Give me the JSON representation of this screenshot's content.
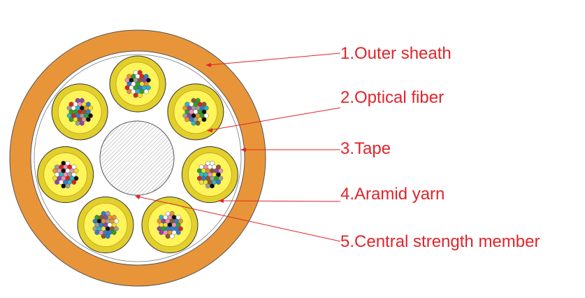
{
  "colors": {
    "sheath": "#e8953a",
    "tape": "#ffffff",
    "tube_fill": "#e3cf2c",
    "tube_inner": "#fff45a",
    "leader": "#e0242a",
    "label": "#e0242a",
    "outline": "#333333"
  },
  "labels": [
    {
      "id": "outer-sheath",
      "text": "1.Outer sheath"
    },
    {
      "id": "optical-fiber",
      "text": "2.Optical fiber"
    },
    {
      "id": "tape",
      "text": "3.Tape"
    },
    {
      "id": "aramid-yarn",
      "text": "4.Aramid yarn"
    },
    {
      "id": "central-strength-member",
      "text": "5.Central strength member"
    }
  ],
  "sub_units": 7,
  "fiber_colors": [
    "#2e7dd1",
    "#e8952a",
    "#2ca02c",
    "#8b5a2b",
    "#9e9e9e",
    "#ffffff",
    "#e02020",
    "#111111",
    "#f2e02a",
    "#8e44ad",
    "#f28fb8",
    "#2ab7c9"
  ]
}
